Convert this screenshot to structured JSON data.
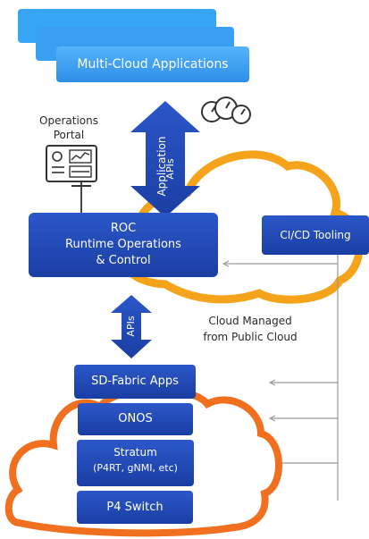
{
  "top_stack": {
    "label": "Multi-Cloud Applications"
  },
  "operations_portal": {
    "line1": "Operations",
    "line2": "Portal"
  },
  "app_apis_arrow": {
    "line1": "Application",
    "line2": "APIs"
  },
  "roc_box": {
    "line1": "ROC",
    "line2": "Runtime Operations",
    "line3": "& Control"
  },
  "cicd_box": {
    "label": "CI/CD Tooling"
  },
  "cloud_managed": {
    "line1": "Cloud Managed",
    "line2": "from Public Cloud"
  },
  "apis_arrow": {
    "label": "APIs"
  },
  "stack": {
    "sd_fabric": "SD-Fabric Apps",
    "onos": "ONOS",
    "stratum_line1": "Stratum",
    "stratum_line2": "(P4RT, gNMI, etc)",
    "p4_switch": "P4 Switch"
  },
  "colors": {
    "cloud_orange": "#f7a21b",
    "dark_blue": "#1f47b3",
    "light_blue": "#3d9cf0",
    "edge_orange": "#f26b1d"
  }
}
